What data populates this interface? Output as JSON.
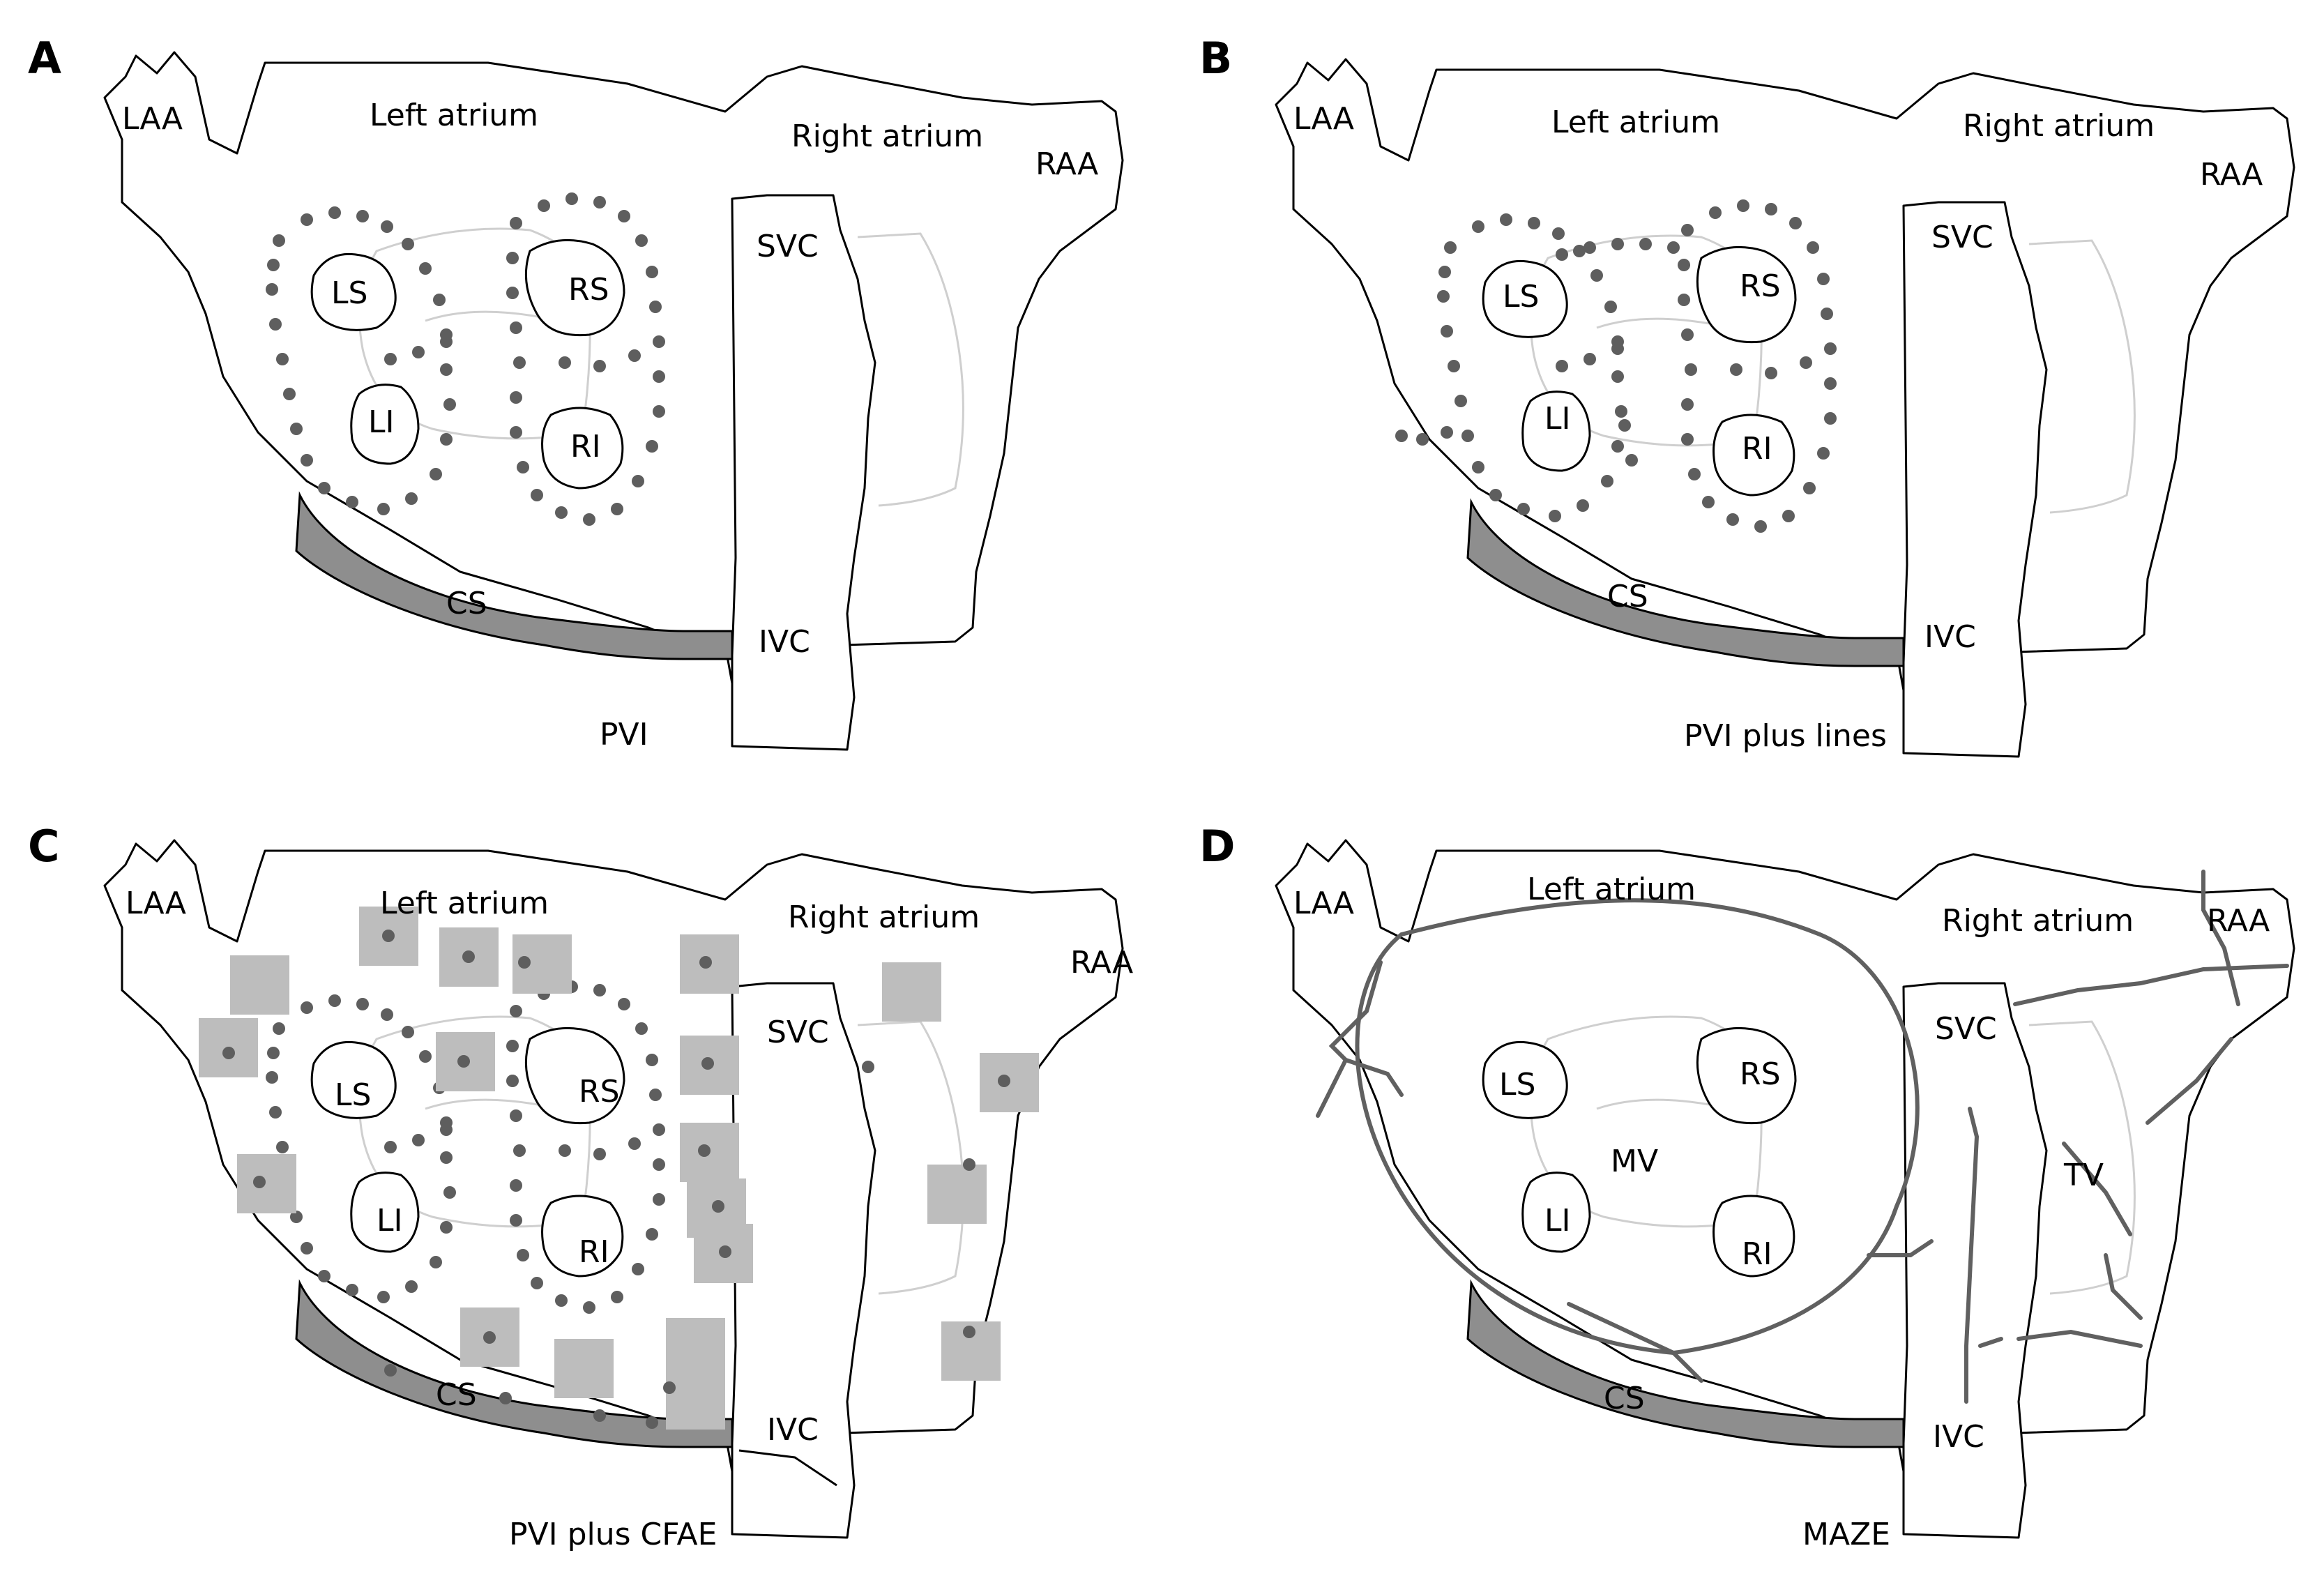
{
  "figure": {
    "panels": [
      {
        "letter": "A",
        "caption": "PVI",
        "labels": {
          "laa": "LAA",
          "left_atrium": "Left atrium",
          "right_atrium": "Right atrium",
          "raa": "RAA",
          "svc": "SVC",
          "ivc": "IVC",
          "cs": "CS",
          "ls": "LS",
          "rs": "RS",
          "li": "LI",
          "ri": "RI"
        }
      },
      {
        "letter": "B",
        "caption": "PVI plus lines",
        "labels": {
          "laa": "LAA",
          "left_atrium": "Left atrium",
          "right_atrium": "Right atrium",
          "raa": "RAA",
          "svc": "SVC",
          "ivc": "IVC",
          "cs": "CS",
          "ls": "LS",
          "rs": "RS",
          "li": "LI",
          "ri": "RI"
        }
      },
      {
        "letter": "C",
        "caption": "PVI plus CFAE",
        "labels": {
          "laa": "LAA",
          "left_atrium": "Left atrium",
          "right_atrium": "Right atrium",
          "raa": "RAA",
          "svc": "SVC",
          "ivc": "IVC",
          "cs": "CS",
          "ls": "LS",
          "rs": "RS",
          "li": "LI",
          "ri": "RI"
        }
      },
      {
        "letter": "D",
        "caption": "MAZE",
        "labels": {
          "laa": "LAA",
          "left_atrium": "Left atrium",
          "right_atrium": "Right atrium",
          "raa": "RAA",
          "svc": "SVC",
          "ivc": "IVC",
          "cs": "CS",
          "ls": "LS",
          "rs": "RS",
          "li": "LI",
          "ri": "RI",
          "mv": "MV",
          "tv": "TV"
        }
      }
    ],
    "colors": {
      "outline": "#000000",
      "coronary_sinus": "#8e8e8e",
      "ablation_lesion": "#5e5e5e",
      "cfae_region": "#bdbdbd",
      "valve_contour": "#cfcfcf"
    }
  }
}
